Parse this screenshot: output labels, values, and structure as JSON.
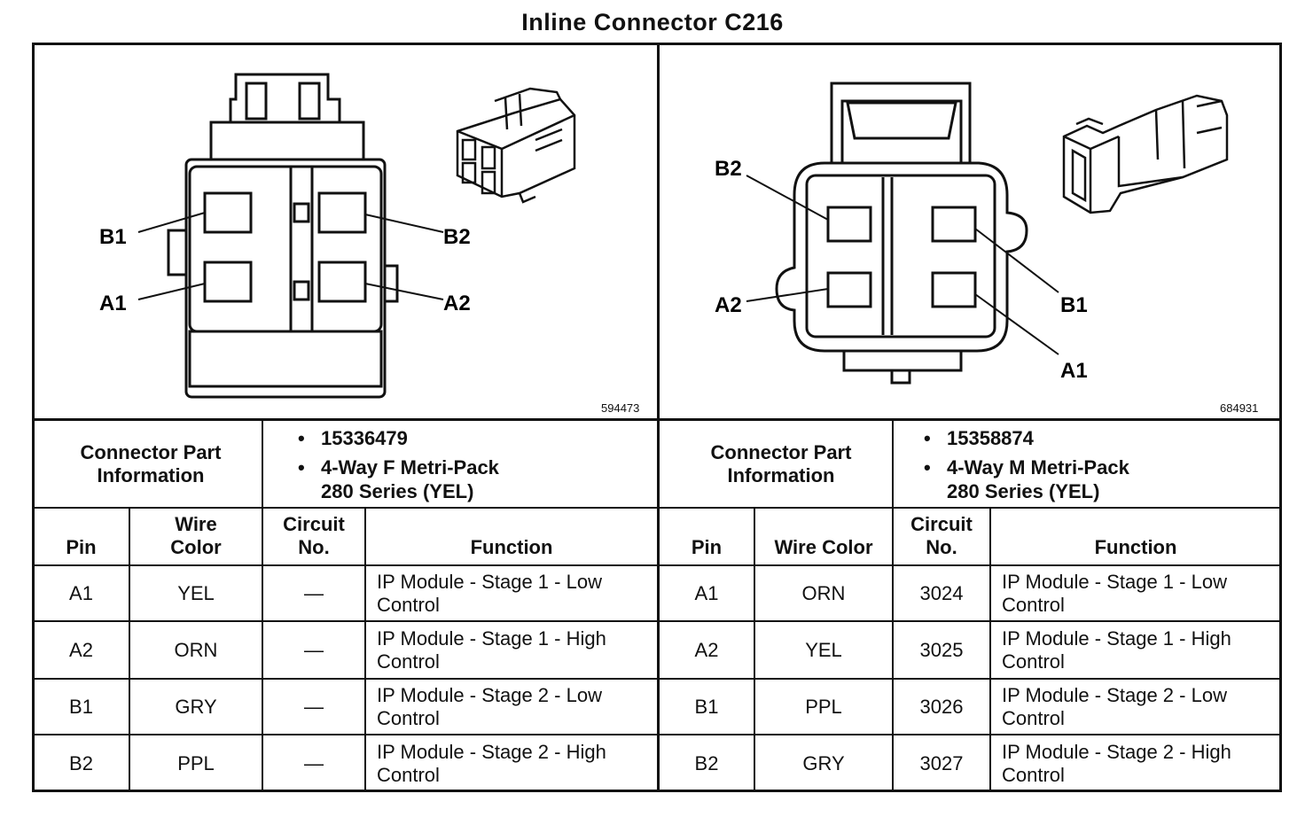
{
  "title": "Inline Connector C216",
  "left": {
    "pin_labels": {
      "b1": "B1",
      "b2": "B2",
      "a1": "A1",
      "a2": "A2"
    },
    "figure_number": "594473",
    "info_label": "Connector Part Information",
    "part_number": "15336479",
    "part_desc_line1": "4-Way F Metri-Pack",
    "part_desc_line2": "280 Series (YEL)",
    "headers": {
      "pin": "Pin",
      "wire_color": "Wire Color",
      "circuit": "Circuit No.",
      "function": "Function"
    },
    "rows": [
      {
        "pin": "A1",
        "color": "YEL",
        "circuit": "—",
        "function": "IP Module - Stage 1 - Low Control"
      },
      {
        "pin": "A2",
        "color": "ORN",
        "circuit": "—",
        "function": "IP Module - Stage 1 - High Control"
      },
      {
        "pin": "B1",
        "color": "GRY",
        "circuit": "—",
        "function": "IP Module - Stage 2 - Low Control"
      },
      {
        "pin": "B2",
        "color": "PPL",
        "circuit": "—",
        "function": "IP Module - Stage 2 - High Control"
      }
    ]
  },
  "right": {
    "pin_labels": {
      "b1": "B1",
      "b2": "B2",
      "a1": "A1",
      "a2": "A2"
    },
    "figure_number": "684931",
    "info_label": "Connector Part Information",
    "part_number": "15358874",
    "part_desc_line1": "4-Way M Metri-Pack",
    "part_desc_line2": "280 Series (YEL)",
    "headers": {
      "pin": "Pin",
      "wire_color": "Wire Color",
      "circuit": "Circuit No.",
      "function": "Function"
    },
    "rows": [
      {
        "pin": "A1",
        "color": "ORN",
        "circuit": "3024",
        "function": "IP Module - Stage 1 - Low Control"
      },
      {
        "pin": "A2",
        "color": "YEL",
        "circuit": "3025",
        "function": "IP Module - Stage 1 - High Control"
      },
      {
        "pin": "B1",
        "color": "PPL",
        "circuit": "3026",
        "function": "IP Module - Stage 2 - Low Control"
      },
      {
        "pin": "B2",
        "color": "GRY",
        "circuit": "3027",
        "function": "IP Module - Stage 2 - High Control"
      }
    ]
  }
}
